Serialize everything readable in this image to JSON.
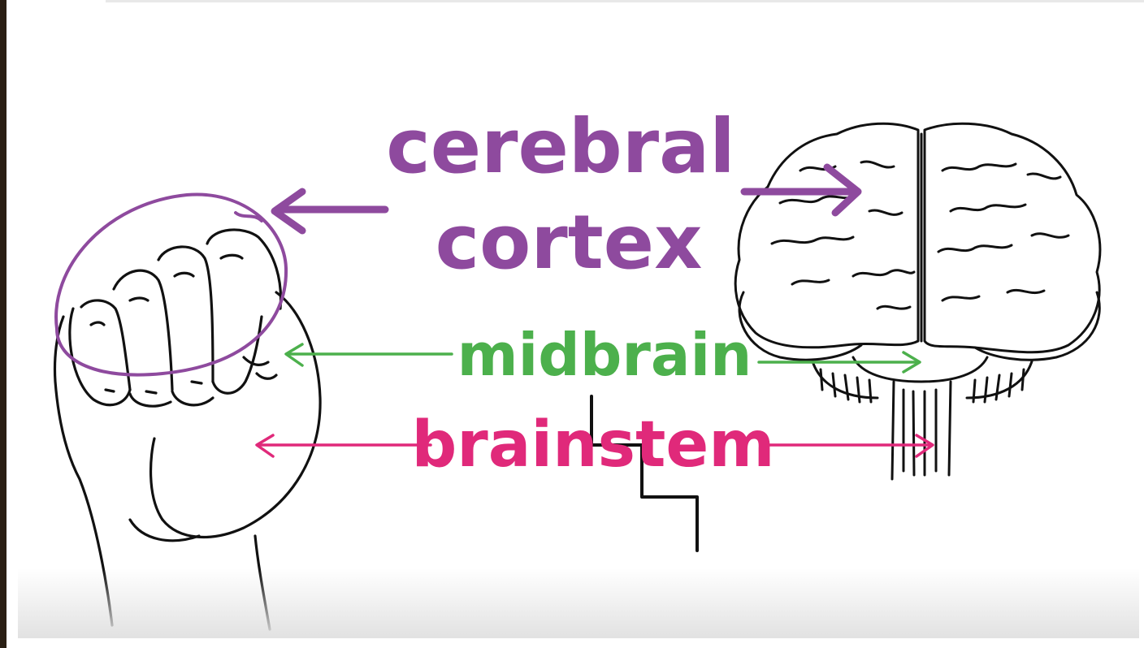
{
  "labels": {
    "cerebral": "cerebral",
    "cortex": "cortex",
    "midbrain": "midbrain",
    "brainstem": "brainstem"
  },
  "colors": {
    "cortex": "#8e4a9e",
    "midbrain": "#4cb04c",
    "brainstem": "#e0297a",
    "ink": "#111111",
    "frame": "#2a1f14"
  },
  "icons": {
    "fist": "hand-fist-illustration",
    "brain": "brain-front-view-illustration"
  }
}
